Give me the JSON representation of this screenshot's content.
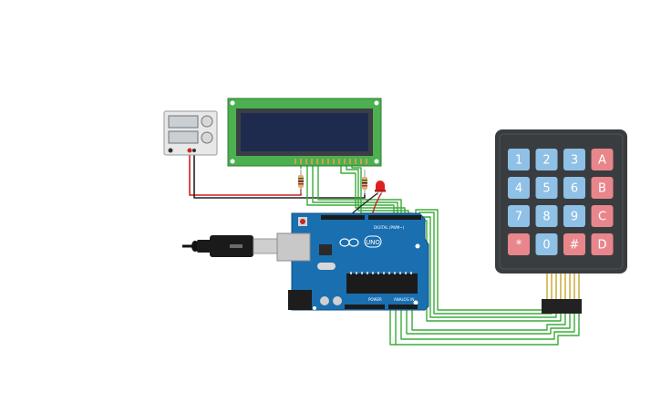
{
  "board": {
    "logo_text": "UNO",
    "digital_label": "DIGITAL (PWM~)",
    "power_label": "POWER",
    "analog_label": "ANALOG IN"
  },
  "keypad": {
    "keys": [
      {
        "label": "1",
        "type": "num"
      },
      {
        "label": "2",
        "type": "num"
      },
      {
        "label": "3",
        "type": "num"
      },
      {
        "label": "A",
        "type": "letter"
      },
      {
        "label": "4",
        "type": "num"
      },
      {
        "label": "5",
        "type": "num"
      },
      {
        "label": "6",
        "type": "num"
      },
      {
        "label": "B",
        "type": "letter"
      },
      {
        "label": "7",
        "type": "num"
      },
      {
        "label": "8",
        "type": "num"
      },
      {
        "label": "9",
        "type": "num"
      },
      {
        "label": "C",
        "type": "letter"
      },
      {
        "label": "*",
        "type": "letter"
      },
      {
        "label": "0",
        "type": "num"
      },
      {
        "label": "#",
        "type": "letter"
      },
      {
        "label": "D",
        "type": "letter"
      }
    ]
  },
  "colors": {
    "background": "#ffffff",
    "wire_green": "#3aab3a",
    "wire_red": "#d11f1f",
    "wire_black": "#222222",
    "lcd_board": "#4caf50",
    "lcd_screen": "#1e2b4f",
    "arduino_board": "#1a6fb0",
    "keypad_body": "#3a3d40",
    "key_num": "#8fc0e6",
    "key_letter": "#e8868c",
    "led_red": "#e02020"
  }
}
